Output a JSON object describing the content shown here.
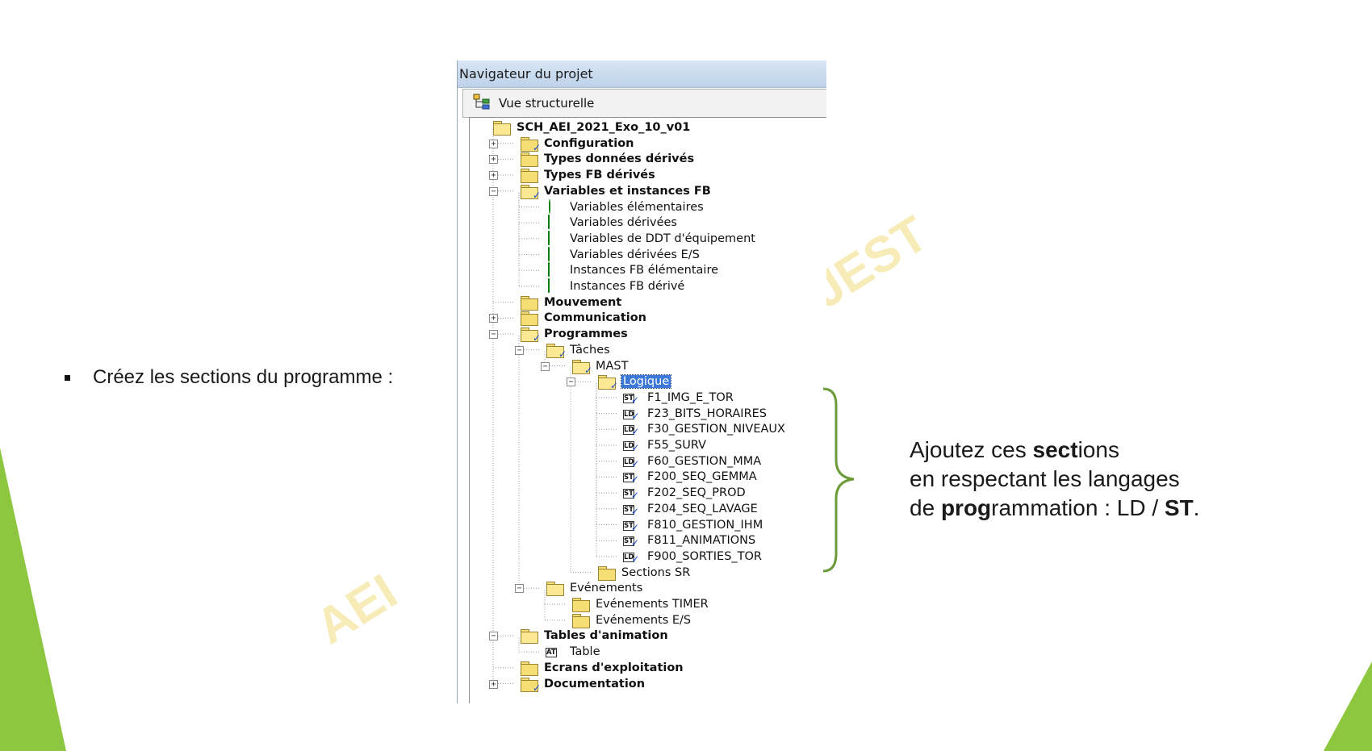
{
  "slide": {
    "bullet_text": "Créez les sections du programme :",
    "info_lines": [
      [
        {
          "t": "Ajoutez ces ",
          "b": false
        },
        {
          "t": "sect",
          "b": true
        },
        {
          "t": "ions",
          "b": false
        }
      ],
      [
        {
          "t": "en respectant les langages",
          "b": false
        }
      ],
      [
        {
          "t": "de ",
          "b": false
        },
        {
          "t": "prog",
          "b": true
        },
        {
          "t": "rammation : LD / ",
          "b": false
        },
        {
          "t": "ST",
          "b": true
        },
        {
          "t": ".",
          "b": false
        }
      ]
    ],
    "watermark_left": "AEI",
    "watermark_right": "JEST",
    "colors": {
      "accent_green": "#8dc63f",
      "brace_green": "#6d9b3a",
      "selection_blue": "#3b78d8"
    }
  },
  "navigator": {
    "title": "Navigateur du projet",
    "view_label": "Vue structurelle",
    "tree": [
      {
        "label": "SCH_AEI_2021_Exo_10_v01",
        "bold": true,
        "level": 0,
        "icon": "folder-open",
        "toggle": null
      },
      {
        "label": "Configuration",
        "bold": true,
        "level": 1,
        "icon": "folder-check",
        "toggle": "+"
      },
      {
        "label": "Types données dérivés",
        "bold": true,
        "level": 1,
        "icon": "folder",
        "toggle": "+"
      },
      {
        "label": "Types FB dérivés",
        "bold": true,
        "level": 1,
        "icon": "folder",
        "toggle": "+"
      },
      {
        "label": "Variables et instances FB",
        "bold": true,
        "level": 1,
        "icon": "folder-open-check",
        "toggle": "-"
      },
      {
        "label": "Variables élémentaires",
        "bold": false,
        "level": 2,
        "icon": "green-dot",
        "toggle": null
      },
      {
        "label": "Variables dérivées",
        "bold": false,
        "level": 2,
        "icon": "green-sq",
        "toggle": null
      },
      {
        "label": "Variables de DDT d'équipement",
        "bold": false,
        "level": 2,
        "icon": "green-sq",
        "toggle": null
      },
      {
        "label": "Variables dérivées E/S",
        "bold": false,
        "level": 2,
        "icon": "green-sq",
        "toggle": null
      },
      {
        "label": "Instances FB élémentaire",
        "bold": false,
        "level": 2,
        "icon": "green-sq",
        "toggle": null
      },
      {
        "label": "Instances FB dérivé",
        "bold": false,
        "level": 2,
        "icon": "green-sq",
        "toggle": null
      },
      {
        "label": "Mouvement",
        "bold": true,
        "level": 1,
        "icon": "folder",
        "toggle": null
      },
      {
        "label": "Communication",
        "bold": true,
        "level": 1,
        "icon": "folder",
        "toggle": "+"
      },
      {
        "label": "Programmes",
        "bold": true,
        "level": 1,
        "icon": "folder-open-check",
        "toggle": "-"
      },
      {
        "label": "Tâches",
        "bold": false,
        "level": 2,
        "icon": "folder-open-check",
        "toggle": "-"
      },
      {
        "label": "MAST",
        "bold": false,
        "level": 3,
        "icon": "folder-open-check",
        "toggle": "-"
      },
      {
        "label": "Logique",
        "bold": false,
        "level": 4,
        "icon": "folder-open-check",
        "toggle": "-",
        "selected": true
      },
      {
        "label": "F1_IMG_E_TOR",
        "bold": false,
        "level": 5,
        "icon": "ST",
        "toggle": null
      },
      {
        "label": "F23_BITS_HORAIRES",
        "bold": false,
        "level": 5,
        "icon": "LD",
        "toggle": null
      },
      {
        "label": "F30_GESTION_NIVEAUX",
        "bold": false,
        "level": 5,
        "icon": "LD",
        "toggle": null
      },
      {
        "label": "F55_SURV",
        "bold": false,
        "level": 5,
        "icon": "LD",
        "toggle": null
      },
      {
        "label": "F60_GESTION_MMA",
        "bold": false,
        "level": 5,
        "icon": "LD",
        "toggle": null
      },
      {
        "label": "F200_SEQ_GEMMA",
        "bold": false,
        "level": 5,
        "icon": "ST",
        "toggle": null
      },
      {
        "label": "F202_SEQ_PROD",
        "bold": false,
        "level": 5,
        "icon": "ST",
        "toggle": null
      },
      {
        "label": "F204_SEQ_LAVAGE",
        "bold": false,
        "level": 5,
        "icon": "ST",
        "toggle": null
      },
      {
        "label": "F810_GESTION_IHM",
        "bold": false,
        "level": 5,
        "icon": "ST",
        "toggle": null
      },
      {
        "label": "F811_ANIMATIONS",
        "bold": false,
        "level": 5,
        "icon": "ST",
        "toggle": null
      },
      {
        "label": "F900_SORTIES_TOR",
        "bold": false,
        "level": 5,
        "icon": "LD",
        "toggle": null
      },
      {
        "label": "Sections SR",
        "bold": false,
        "level": 4,
        "icon": "folder",
        "toggle": null
      },
      {
        "label": "Evénements",
        "bold": false,
        "level": 2,
        "icon": "folder-open",
        "toggle": "-"
      },
      {
        "label": "Evénements TIMER",
        "bold": false,
        "level": 3,
        "icon": "folder",
        "toggle": null
      },
      {
        "label": "Evénements E/S",
        "bold": false,
        "level": 3,
        "icon": "folder",
        "toggle": null
      },
      {
        "label": "Tables d'animation",
        "bold": true,
        "level": 1,
        "icon": "folder-open",
        "toggle": "-"
      },
      {
        "label": "Table",
        "bold": false,
        "level": 2,
        "icon": "AT",
        "toggle": null
      },
      {
        "label": "Ecrans d'exploitation",
        "bold": true,
        "level": 1,
        "icon": "folder",
        "toggle": null
      },
      {
        "label": "Documentation",
        "bold": true,
        "level": 1,
        "icon": "doc-check",
        "toggle": "+"
      }
    ]
  }
}
